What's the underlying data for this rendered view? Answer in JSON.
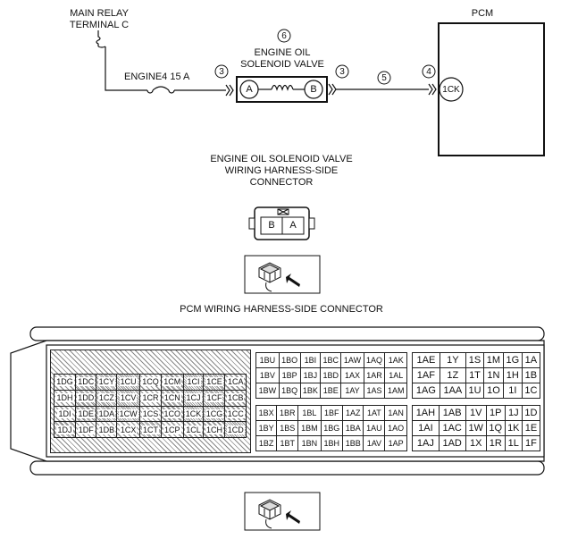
{
  "wiring": {
    "relay_label_line1": "MAIN RELAY",
    "relay_label_line2": "TERMINAL C",
    "fuse_label": "ENGINE4 15 A",
    "valve_label_line1": "ENGINE OIL",
    "valve_label_line2": "SOLENOID VALVE",
    "pcm_label": "PCM",
    "terminal_a": "A",
    "terminal_b": "B",
    "pcm_terminal": "1CK",
    "callouts": {
      "c3a": "3",
      "c3b": "3",
      "c4": "4",
      "c5": "5",
      "c6": "6"
    }
  },
  "valve_connector": {
    "title_line1": "ENGINE OIL SOLENOID VALVE",
    "title_line2": "WIRING HARNESS-SIDE",
    "title_line3": "CONNECTOR",
    "pins": [
      "B",
      "A"
    ]
  },
  "pcm_connector": {
    "title": "PCM WIRING HARNESS-SIDE CONNECTOR",
    "left_block": [
      [
        "1DG",
        "1DC",
        "1CY",
        "1CU",
        "1CQ",
        "1CM",
        "1CI",
        "1CE",
        "1CA"
      ],
      [
        "1DH",
        "1DD",
        "1CZ",
        "1CV",
        "1CR",
        "1CN",
        "1CJ",
        "1CF",
        "1CB"
      ],
      [
        "1DI",
        "1DE",
        "1DA",
        "1CW",
        "1CS",
        "1CO",
        "1CK",
        "1CG",
        "1CC"
      ],
      [
        "1DJ",
        "1DF",
        "1DB",
        "1CX",
        "1CT",
        "1CP",
        "1CL",
        "1CH",
        "1CD"
      ]
    ],
    "mid_top": [
      [
        "1BU",
        "1BO",
        "1BI",
        "1BC",
        "1AW",
        "1AQ",
        "1AK"
      ],
      [
        "1BV",
        "1BP",
        "1BJ",
        "1BD",
        "1AX",
        "1AR",
        "1AL"
      ],
      [
        "1BW",
        "1BQ",
        "1BK",
        "1BE",
        "1AY",
        "1AS",
        "1AM"
      ]
    ],
    "mid_bottom": [
      [
        "1BX",
        "1BR",
        "1BL",
        "1BF",
        "1AZ",
        "1AT",
        "1AN"
      ],
      [
        "1BY",
        "1BS",
        "1BM",
        "1BG",
        "1BA",
        "1AU",
        "1AO"
      ],
      [
        "1BZ",
        "1BT",
        "1BN",
        "1BH",
        "1BB",
        "1AV",
        "1AP"
      ]
    ],
    "right_top": [
      [
        "1AE",
        "1Y",
        "1S",
        "1M",
        "1G",
        "1A"
      ],
      [
        "1AF",
        "1Z",
        "1T",
        "1N",
        "1H",
        "1B"
      ],
      [
        "1AG",
        "1AA",
        "1U",
        "1O",
        "1I",
        "1C"
      ]
    ],
    "right_bottom": [
      [
        "1AH",
        "1AB",
        "1V",
        "1P",
        "1J",
        "1D"
      ],
      [
        "1AI",
        "1AC",
        "1W",
        "1Q",
        "1K",
        "1E"
      ],
      [
        "1AJ",
        "1AD",
        "1X",
        "1R",
        "1L",
        "1F"
      ]
    ]
  }
}
